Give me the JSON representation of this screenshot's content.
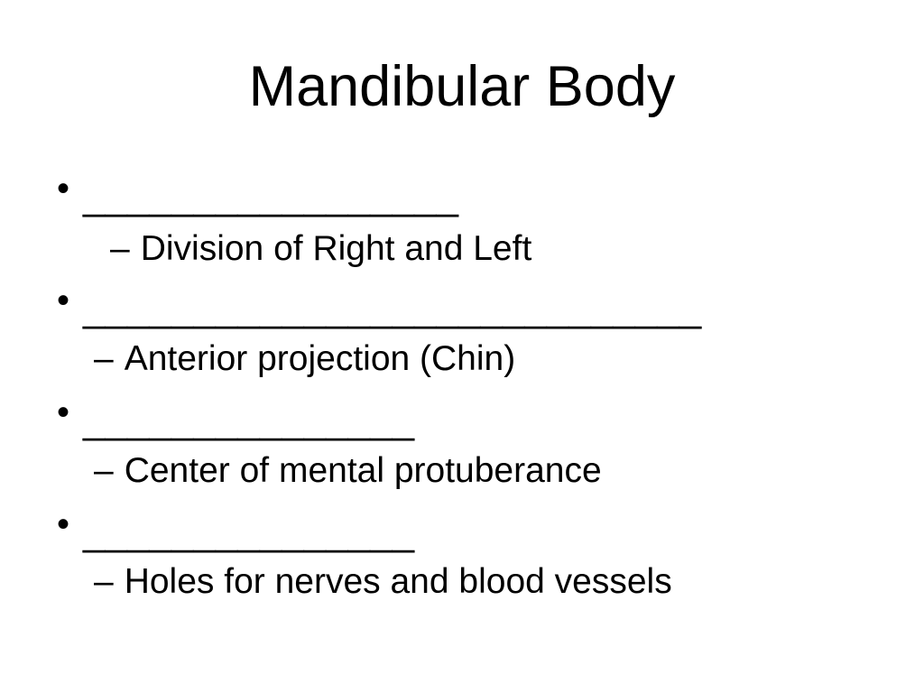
{
  "slide": {
    "title": "Mandibular Body",
    "bullet_char": "•",
    "dash_char": "–",
    "bullets": [
      {
        "blank": "_________________",
        "sub": "Division of Right and Left"
      },
      {
        "blank": "____________________________",
        "sub": "Anterior projection (Chin)"
      },
      {
        "blank": "_______________",
        "sub": "Center of mental protuberance"
      },
      {
        "blank": "_______________",
        "sub": "Holes for nerves and blood vessels"
      }
    ],
    "colors": {
      "background": "#ffffff",
      "text": "#000000"
    }
  }
}
